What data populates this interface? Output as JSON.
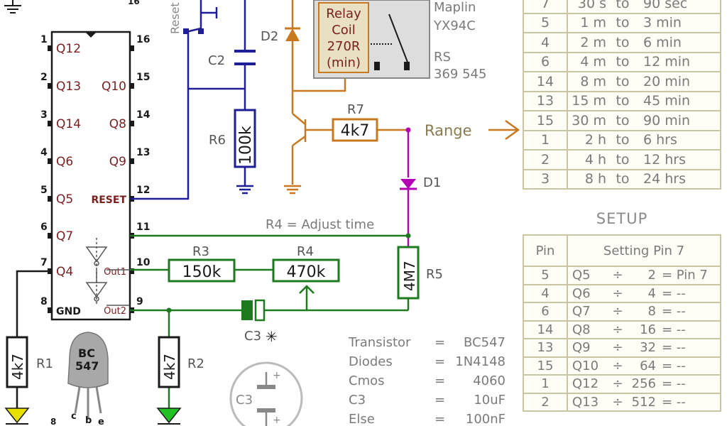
{
  "colors": {
    "black": "#1a1a1a",
    "blue": "#1e1e96",
    "orange": "#c8781e",
    "green": "#1e7a1e",
    "purple": "#b400b4",
    "dark_red": "#7a1e1e",
    "label": "#555555",
    "note": "#c87800"
  },
  "ic": {
    "pins_left": [
      {
        "num": "1",
        "name": "Q12"
      },
      {
        "num": "2",
        "name": "Q13"
      },
      {
        "num": "3",
        "name": "Q14"
      },
      {
        "num": "4",
        "name": "Q6"
      },
      {
        "num": "5",
        "name": "Q5"
      },
      {
        "num": "6",
        "name": "Q7"
      },
      {
        "num": "7",
        "name": "Q4"
      },
      {
        "num": "8",
        "name": "GND"
      }
    ],
    "pins_right": [
      {
        "num": "16",
        "name": ""
      },
      {
        "num": "15",
        "name": "Q10"
      },
      {
        "num": "14",
        "name": "Q8"
      },
      {
        "num": "13",
        "name": "Q9"
      },
      {
        "num": "12",
        "name": "RESET"
      },
      {
        "num": "11",
        "name": ""
      },
      {
        "num": "10",
        "name": "Out1"
      },
      {
        "num": "9",
        "name": "Out2"
      }
    ],
    "top_right_num": "16"
  },
  "labels": {
    "reset": "Reset",
    "relay_line1": "Relay",
    "relay_line2": "Coil",
    "relay_line3": "270R",
    "relay_line4": "(min)",
    "maplin": "Maplin",
    "maplin_part": "YX94C",
    "rs": "RS",
    "rs_part": "369 545",
    "d2": "D2",
    "d1": "D1",
    "c2": "C2",
    "c3": "C3",
    "c3_star": "✳",
    "r1": "R1",
    "r1_val": "4k7",
    "r2": "R2",
    "r2_val": "4k7",
    "r3": "R3",
    "r3_val": "150k",
    "r4": "R4",
    "r4_val": "470k",
    "r5": "R5",
    "r5_val": "4M7",
    "r6": "R6",
    "r6_val": "100k",
    "r7": "R7",
    "r7_val": "4k7",
    "range": "Range",
    "adjust": "R4 = Adjust time",
    "transistor_text": "BC\n547",
    "transistor_bc": "BC",
    "transistor_547": "547",
    "pin_c": "c",
    "pin_b": "b",
    "pin_e": "e",
    "bottom_8": "8",
    "cap_c3": "C3",
    "cap_plus": "+"
  },
  "parts": [
    {
      "label": "Transistor",
      "eq": "=",
      "value": "BC547"
    },
    {
      "label": "Diodes",
      "eq": "=",
      "value": "1N4148"
    },
    {
      "label": "Cmos",
      "eq": "=",
      "value": "4060"
    },
    {
      "label": "C3",
      "eq": "=",
      "value": "10uF"
    },
    {
      "label": "Else",
      "eq": "=",
      "value": "100nF"
    }
  ],
  "range_table": {
    "rows": [
      {
        "pin": "7",
        "from": "30 s",
        "to": "to",
        "until": "90 sec"
      },
      {
        "pin": "5",
        "from": "1 m",
        "to": "to",
        "until": "3 min"
      },
      {
        "pin": "4",
        "from": "2 m",
        "to": "to",
        "until": "6 min"
      },
      {
        "pin": "6",
        "from": "4 m",
        "to": "to",
        "until": "12 min"
      },
      {
        "pin": "14",
        "from": "8 m",
        "to": "to",
        "until": "20 min"
      },
      {
        "pin": "13",
        "from": "15 m",
        "to": "to",
        "until": "45 min"
      },
      {
        "pin": "15",
        "from": "30 m",
        "to": "to",
        "until": "90 min"
      },
      {
        "pin": "1",
        "from": "2 h",
        "to": "to",
        "until": "6 hrs"
      },
      {
        "pin": "2",
        "from": "4 h",
        "to": "to",
        "until": "12 hrs"
      },
      {
        "pin": "3",
        "from": "8 h",
        "to": "to",
        "until": "24 hrs"
      }
    ]
  },
  "setup": {
    "title": "SETUP",
    "header_pin": "Pin",
    "header_setting": "Setting Pin 7",
    "rows": [
      {
        "pin": "5",
        "q": "Q5",
        "div": "÷",
        "n": "2",
        "result": "= Pin 7"
      },
      {
        "pin": "4",
        "q": "Q6",
        "div": "÷",
        "n": "4",
        "result": "= --"
      },
      {
        "pin": "6",
        "q": "Q7",
        "div": "÷",
        "n": "8",
        "result": "= --"
      },
      {
        "pin": "14",
        "q": "Q8",
        "div": "÷",
        "n": "16",
        "result": "= --"
      },
      {
        "pin": "13",
        "q": "Q9",
        "div": "÷",
        "n": "32",
        "result": "= --"
      },
      {
        "pin": "15",
        "q": "Q10",
        "div": "÷",
        "n": "64",
        "result": "= --"
      },
      {
        "pin": "1",
        "q": "Q12",
        "div": "÷",
        "n": "256",
        "result": "= --"
      },
      {
        "pin": "2",
        "q": "Q13",
        "div": "÷",
        "n": "512",
        "result": "= --"
      }
    ]
  }
}
